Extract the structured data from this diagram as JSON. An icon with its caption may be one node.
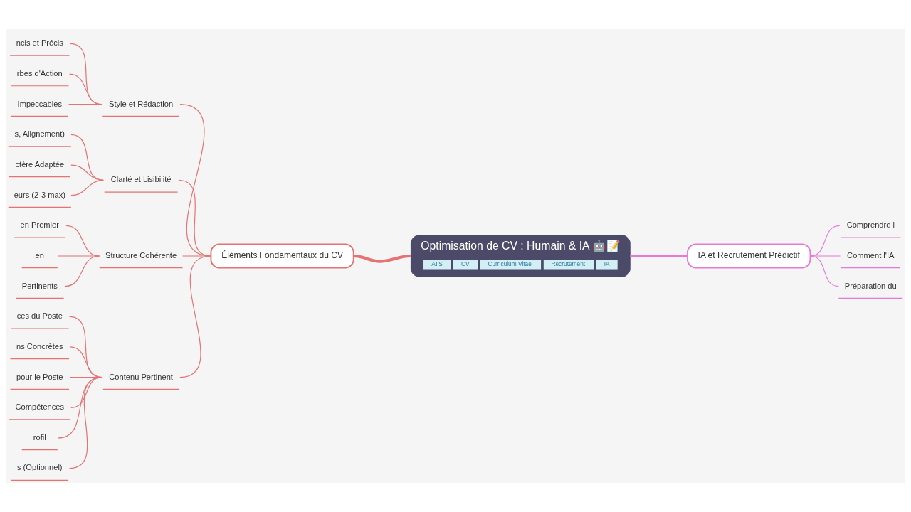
{
  "diagram": {
    "nodes": [
      {
        "text": [
          "Optimisation de CV : Humain & IA 🤖📝",
          "ATS",
          "CV",
          "Curriculum Vitae",
          "Recrutement",
          "IA"
        ]
      },
      {
        "text": [
          "Éléments Fondamentaux du CV"
        ]
      },
      {
        "text": [
          "Style et Rédaction"
        ]
      },
      {
        "text": [
          "ncis et Précis"
        ]
      },
      {
        "text": [
          "rbes d'Action"
        ]
      },
      {
        "text": [
          "Impeccables"
        ]
      },
      {
        "text": [
          "Clarté et Lisibilité"
        ]
      },
      {
        "text": [
          "s, Alignement)"
        ]
      },
      {
        "text": [
          "ctère Adaptée"
        ]
      },
      {
        "text": [
          "eurs (2-3 max)"
        ]
      },
      {
        "text": [
          "Structure Cohérente"
        ]
      },
      {
        "text": [
          "en Premier"
        ]
      },
      {
        "text": [
          "en"
        ]
      },
      {
        "text": [
          "Pertinents"
        ]
      },
      {
        "text": [
          "Contenu Pertinent"
        ]
      },
      {
        "text": [
          "ces du Poste"
        ]
      },
      {
        "text": [
          "ns Concrètes"
        ]
      },
      {
        "text": [
          "pour le Poste"
        ]
      },
      {
        "text": [
          "Compétences"
        ]
      },
      {
        "text": [
          "rofil"
        ]
      },
      {
        "text": [
          "s (Optionnel)"
        ]
      },
      {
        "text": [
          "IA et Recrutement Prédictif"
        ]
      },
      {
        "text": [
          "Comprendre l"
        ]
      },
      {
        "text": [
          "Comment l'IA"
        ]
      },
      {
        "text": [
          "Préparation du"
        ]
      }
    ],
    "edges": [
      {
        "from": 0,
        "to": 1,
        "arrow": "none",
        "style": "thick"
      },
      {
        "from": 1,
        "to": 2,
        "arrow": "none"
      },
      {
        "from": 2,
        "to": 3,
        "arrow": "none"
      },
      {
        "from": 2,
        "to": 4,
        "arrow": "none"
      },
      {
        "from": 2,
        "to": 5,
        "arrow": "none"
      },
      {
        "from": 1,
        "to": 6,
        "arrow": "none"
      },
      {
        "from": 6,
        "to": 7,
        "arrow": "none"
      },
      {
        "from": 6,
        "to": 8,
        "arrow": "none"
      },
      {
        "from": 6,
        "to": 9,
        "arrow": "none"
      },
      {
        "from": 1,
        "to": 10,
        "arrow": "none"
      },
      {
        "from": 10,
        "to": 11,
        "arrow": "none"
      },
      {
        "from": 10,
        "to": 12,
        "arrow": "none"
      },
      {
        "from": 10,
        "to": 13,
        "arrow": "none"
      },
      {
        "from": 1,
        "to": 14,
        "arrow": "none"
      },
      {
        "from": 14,
        "to": 15,
        "arrow": "none"
      },
      {
        "from": 14,
        "to": 16,
        "arrow": "none"
      },
      {
        "from": 14,
        "to": 17,
        "arrow": "none"
      },
      {
        "from": 14,
        "to": 18,
        "arrow": "none"
      },
      {
        "from": 14,
        "to": 19,
        "arrow": "none"
      },
      {
        "from": 14,
        "to": 20,
        "arrow": "none"
      },
      {
        "from": 0,
        "to": 21,
        "arrow": "none",
        "style": "thick",
        "color": "#e879d6"
      },
      {
        "from": 21,
        "to": 22,
        "arrow": "none",
        "color": "#e879d6"
      },
      {
        "from": 21,
        "to": 23,
        "arrow": "none",
        "color": "#e879d6"
      },
      {
        "from": 21,
        "to": 24,
        "arrow": "none",
        "color": "#e879d6"
      }
    ]
  }
}
